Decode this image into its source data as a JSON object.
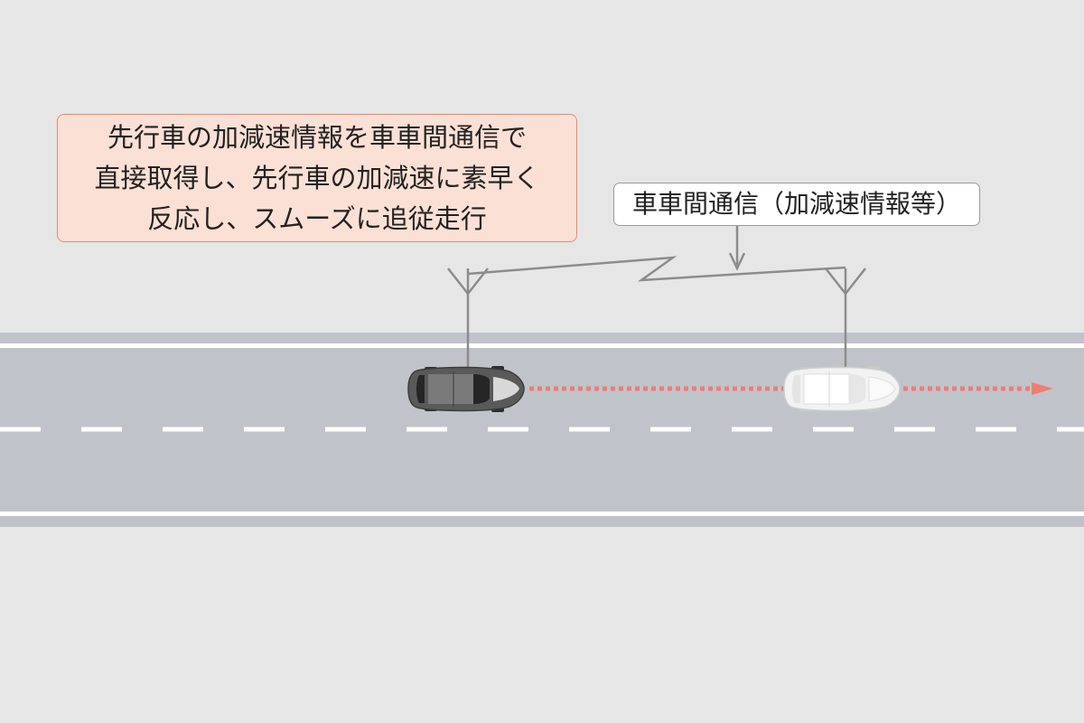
{
  "callout": {
    "lines": [
      "先行車の加減速情報を車車間通信で",
      "直接取得し、先行車の加減速に素早く",
      "反応し、スムーズに追従走行"
    ]
  },
  "comm_label": "車車間通信（加減速情報等）",
  "colors": {
    "background": "#e6e6e6",
    "road": "#c1c3cb",
    "lane_marking": "#ffffff",
    "callout_fill": "#fbe0d5",
    "callout_border": "#ec8b67",
    "signal_line": "#8c8c8c",
    "motion_arrow": "#ea7f72",
    "following_car": "#5a5a5a",
    "leading_car": "#f2f2f2"
  },
  "icons": {
    "antenna": "antenna-icon",
    "following_car": "car-dark-icon",
    "leading_car": "car-white-icon"
  }
}
